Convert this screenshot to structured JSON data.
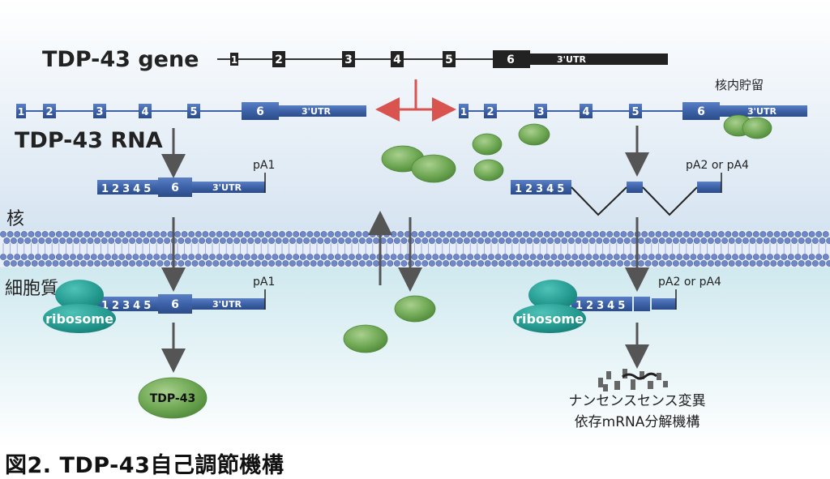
{
  "gene": {
    "title": "TDP-43 gene",
    "exons": [
      "1",
      "2",
      "3",
      "4",
      "5",
      "6"
    ],
    "utr": "3'UTR"
  },
  "rna": {
    "title": "TDP-43 RNA",
    "exons": [
      "1",
      "2",
      "3",
      "4",
      "5",
      "6"
    ],
    "utr": "3'UTR"
  },
  "spliced_exons": [
    "1",
    "2",
    "3",
    "4",
    "5"
  ],
  "mrna_left": {
    "exon6": "6",
    "utr": "3'UTR",
    "polya": "pA1"
  },
  "mrna_right": {
    "polya": "pA2 or pA4"
  },
  "compartments": {
    "nucleus": "核",
    "cytoplasm": "細胞質"
  },
  "labels": {
    "nuclear_retention": "核内貯留",
    "ribosome": "ribosome",
    "protein": "TDP-43",
    "nmd_line1": "ナンセンスセンス変異",
    "nmd_line2": "依存mRNA分解機構"
  },
  "caption": "図2. TDP-43自己調節機構",
  "colors": {
    "exon_blue": "#3d62a8",
    "exon_black": "#222222",
    "protein_green": "#6aa84f",
    "ribosome_teal": "#2a9d95",
    "membrane_blue": "#6f88c8",
    "regulation_arrow": "#d9534f",
    "arrow_gray": "#555555"
  }
}
